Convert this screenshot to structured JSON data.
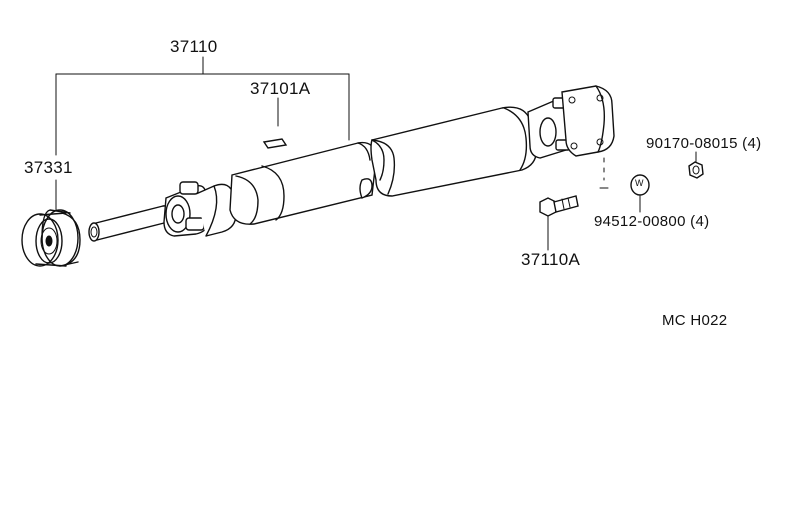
{
  "labels": {
    "propeller_shaft_assy": "37110",
    "balance_weight": "37101A",
    "center_bearing": "37331",
    "yoke_bolt": "37110A",
    "flange_nut": "90170-08015 (4)",
    "washer": "94512-00800 (4)",
    "drawing_code": "MC  H022"
  },
  "icons": {
    "washer_glyph": "W"
  }
}
